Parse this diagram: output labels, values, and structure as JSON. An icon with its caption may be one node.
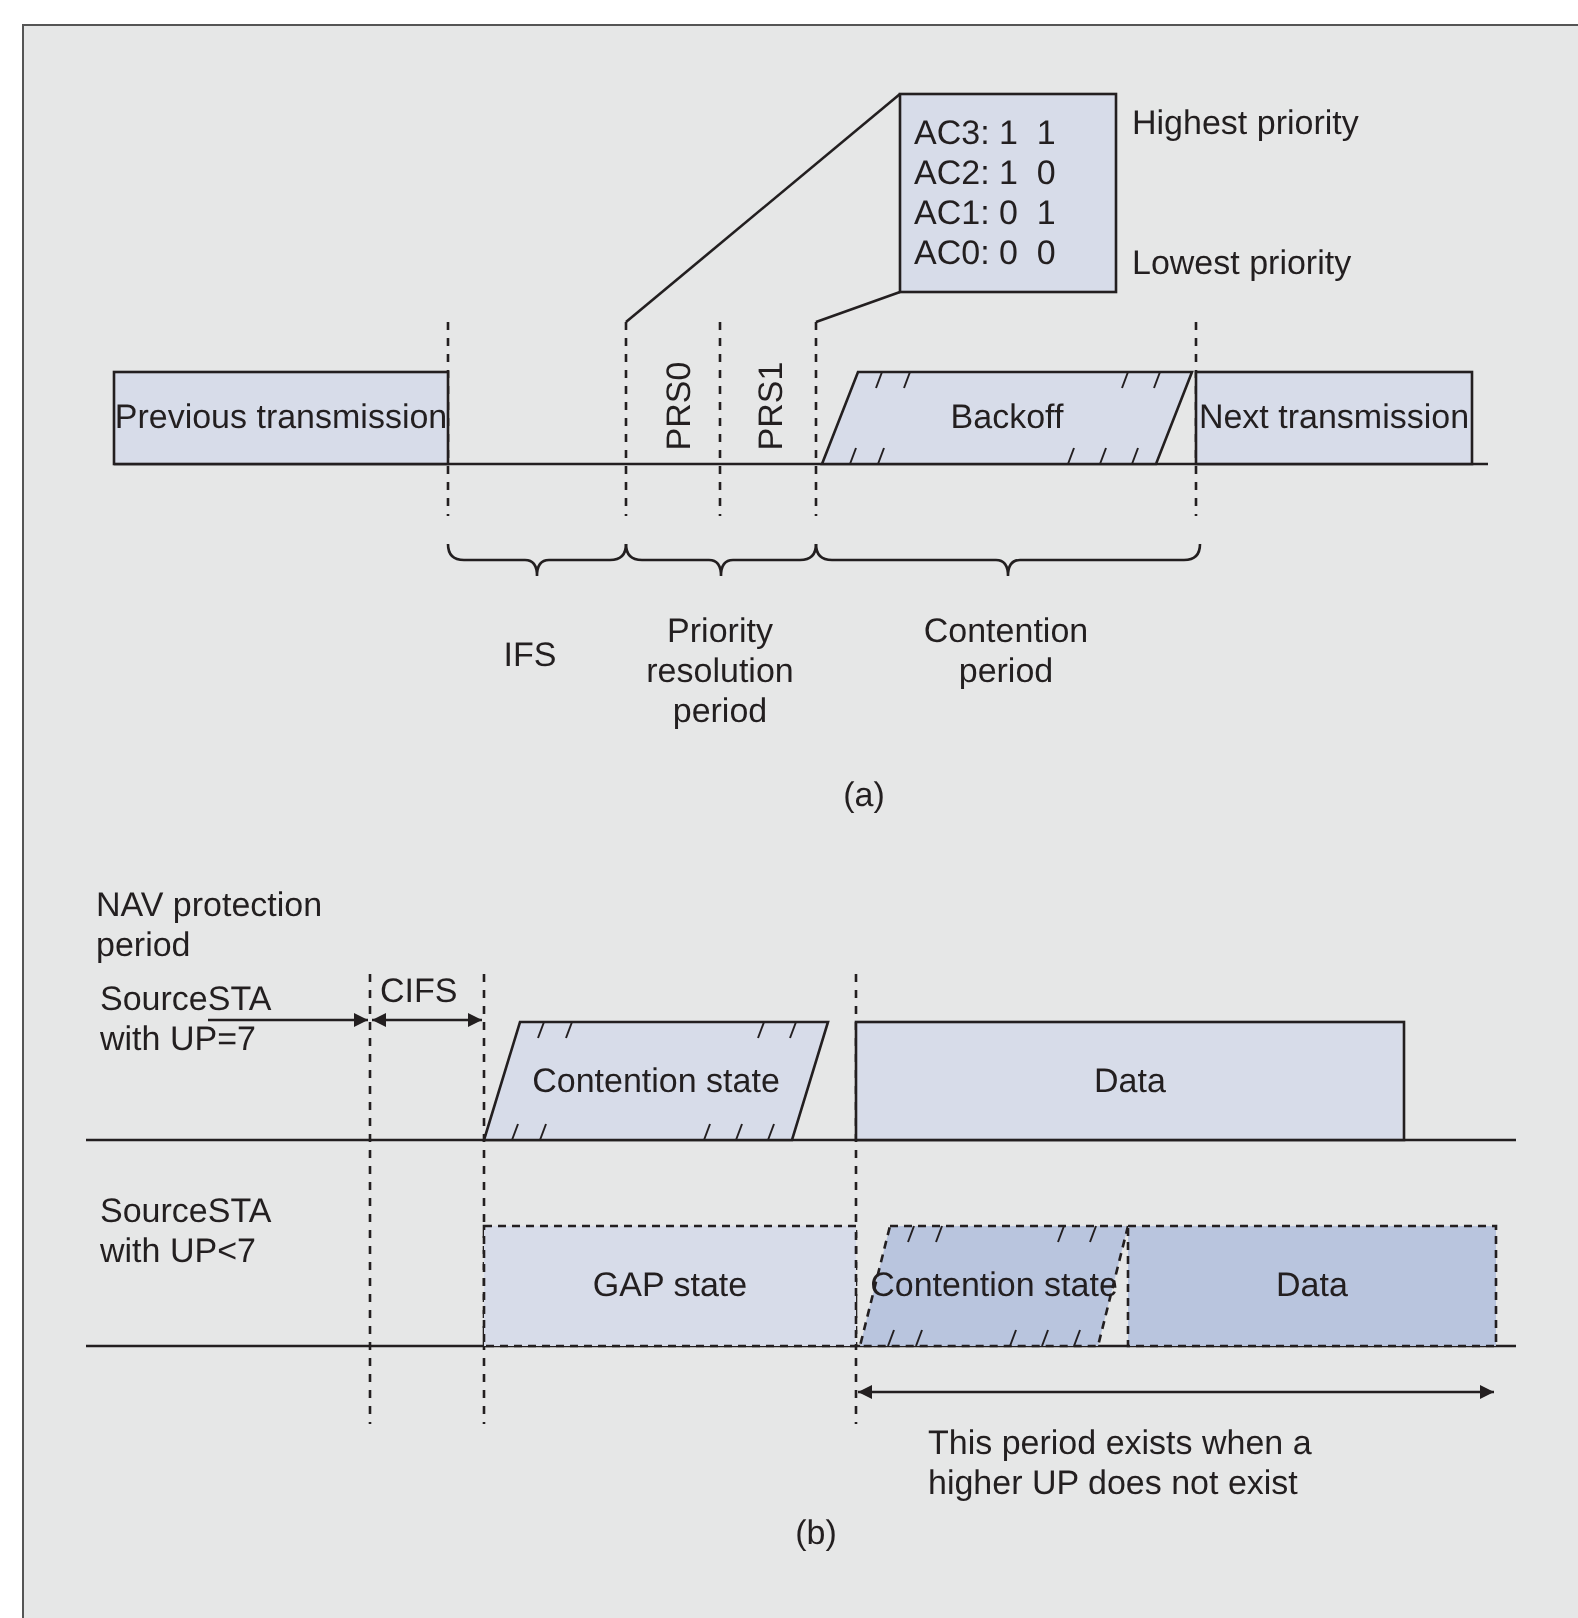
{
  "diagram": {
    "nodes": [
      {
        "text": [
          "Previous transmission"
        ]
      },
      {
        "text": [
          "Backoff"
        ]
      },
      {
        "text": [
          "Next transmission"
        ]
      },
      {
        "text": [
          "AC3: 1  1",
          "AC2: 1  0",
          "AC1: 0  1",
          "AC0: 0  0"
        ]
      },
      {
        "text": [
          "Contention state"
        ]
      },
      {
        "text": [
          "Data"
        ]
      },
      {
        "text": [
          "GAP state"
        ]
      },
      {
        "text": [
          "Contention state"
        ]
      },
      {
        "text": [
          "Data"
        ]
      }
    ],
    "labels": [
      "PRS0",
      "PRS1",
      "Highest priority",
      "Lowest priority",
      "IFS",
      "Priority resolution period",
      "Contention period",
      "(a)",
      "NAV protection period",
      "CIFS",
      "SourceSTA with UP=7",
      "SourceSTA with UP<7",
      "This period exists when a higher UP does not exist",
      "(b)"
    ]
  }
}
